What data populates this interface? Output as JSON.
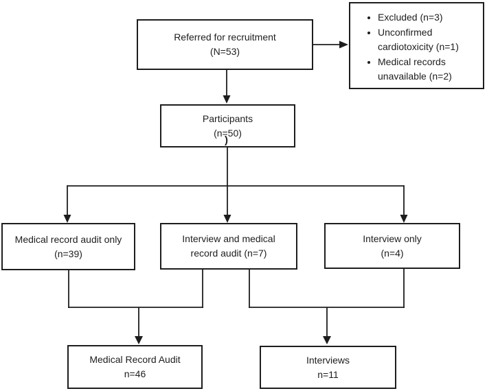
{
  "diagram": {
    "title_semantic": "Participant recruitment flow diagram",
    "boxes": {
      "referred": {
        "line1": "Referred for recruitment",
        "line2": "(N=53)"
      },
      "exclusions": {
        "items": [
          "Excluded (n=3)",
          "Unconfirmed cardiotoxicity (n=1)",
          "Medical records unavailable (n=2)"
        ]
      },
      "participants": {
        "line1": "Participants",
        "line2": "(n=50)"
      },
      "audit_only": {
        "line1": "Medical record audit only",
        "line2": "(n=39)"
      },
      "interview_and_audit": {
        "line1": "Interview and medical",
        "line2": "record audit (n=7)"
      },
      "interview_only": {
        "line1": "Interview only",
        "line2": "(n=4)"
      },
      "medical_record_audit": {
        "line1": "Medical Record Audit",
        "line2": "n=46"
      },
      "interviews": {
        "line1": "Interviews",
        "line2": "n=11"
      }
    },
    "artifact": ")",
    "colors": {
      "line": "#1d1d1d",
      "text": "#1d1d1d",
      "background": "#ffffff"
    }
  }
}
